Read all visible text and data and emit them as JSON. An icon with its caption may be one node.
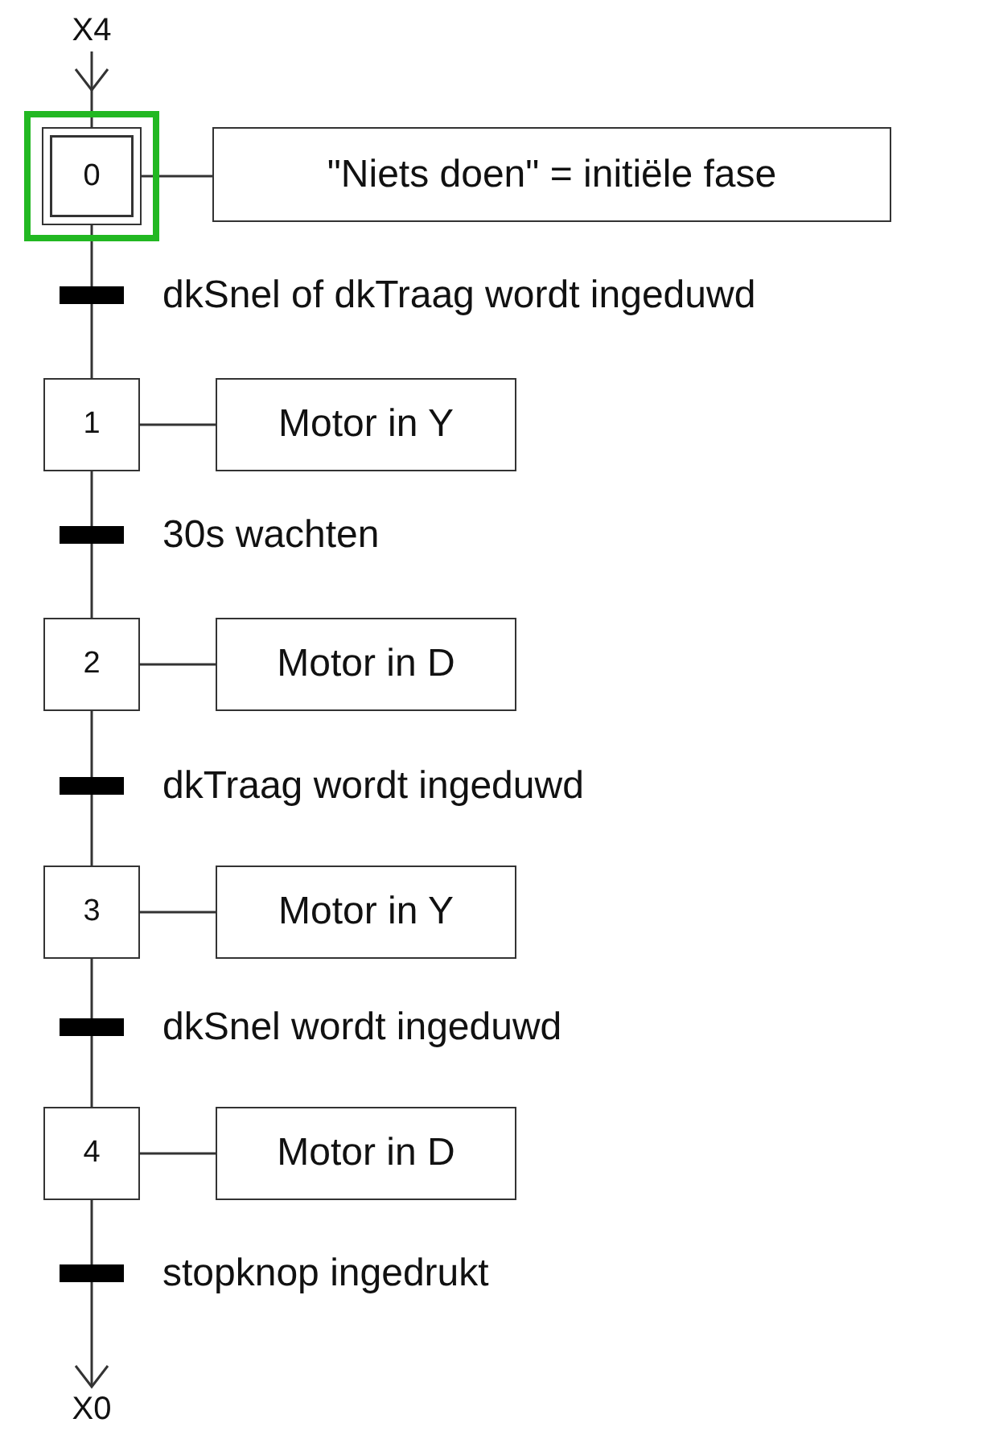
{
  "diagram": {
    "nodes": [
      {
        "text": [
          "X4"
        ]
      },
      {
        "text": [
          "0"
        ]
      },
      {
        "text": [
          "\"Niets doen\" = initiële fase"
        ]
      },
      {
        "text": [],
        "shape": "bar",
        "beside": [
          "dkSnel of dkTraag wordt ingeduwd"
        ]
      },
      {
        "text": [
          "1"
        ]
      },
      {
        "text": [
          "Motor in Y"
        ]
      },
      {
        "text": [],
        "shape": "bar",
        "beside": [
          "30s wachten"
        ]
      },
      {
        "text": [
          "2"
        ]
      },
      {
        "text": [
          "Motor in D"
        ]
      },
      {
        "text": [],
        "shape": "bar",
        "beside": [
          "dkTraag wordt ingeduwd"
        ]
      },
      {
        "text": [
          "3"
        ]
      },
      {
        "text": [
          "Motor in Y"
        ]
      },
      {
        "text": [],
        "shape": "bar",
        "beside": [
          "dkSnel wordt ingeduwd"
        ]
      },
      {
        "text": [
          "4"
        ]
      },
      {
        "text": [
          "Motor in D"
        ]
      },
      {
        "text": [],
        "shape": "bar",
        "beside": [
          "stopknop ingedrukt"
        ]
      },
      {
        "text": [
          "X0"
        ]
      }
    ],
    "edges": [
      {
        "from": 0,
        "to": 1,
        "arrow": "to"
      },
      {
        "from": 1,
        "to": 2,
        "arrow": "none"
      },
      {
        "from": 1,
        "to": 3,
        "arrow": "none"
      },
      {
        "from": 3,
        "to": 4,
        "arrow": "none"
      },
      {
        "from": 4,
        "to": 5,
        "arrow": "none"
      },
      {
        "from": 4,
        "to": 6,
        "arrow": "none"
      },
      {
        "from": 6,
        "to": 7,
        "arrow": "none"
      },
      {
        "from": 7,
        "to": 8,
        "arrow": "none"
      },
      {
        "from": 7,
        "to": 9,
        "arrow": "none"
      },
      {
        "from": 9,
        "to": 10,
        "arrow": "none"
      },
      {
        "from": 10,
        "to": 11,
        "arrow": "none"
      },
      {
        "from": 10,
        "to": 12,
        "arrow": "none"
      },
      {
        "from": 12,
        "to": 13,
        "arrow": "none"
      },
      {
        "from": 13,
        "to": 14,
        "arrow": "none"
      },
      {
        "from": 13,
        "to": 15,
        "arrow": "none"
      },
      {
        "from": 15,
        "to": 16,
        "arrow": "to"
      }
    ]
  }
}
